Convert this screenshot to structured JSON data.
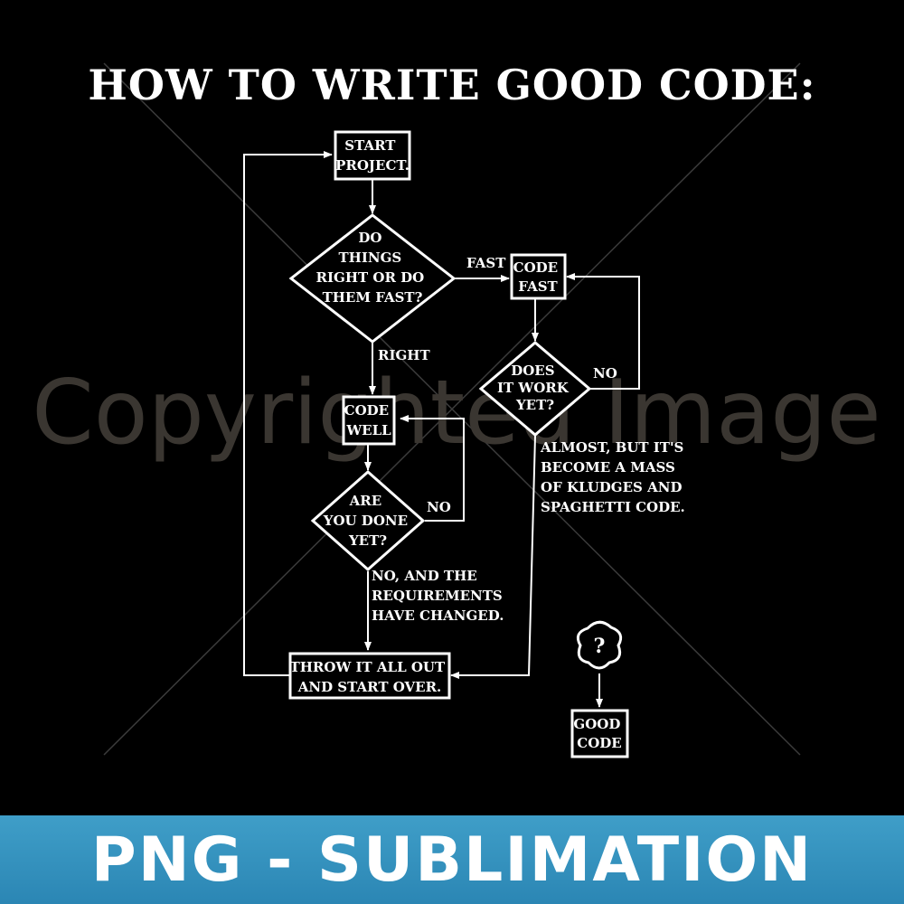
{
  "title": "HOW TO WRITE GOOD CODE:",
  "watermark": "Copyrighted Image",
  "banner": "PNG - SUBLIMATION",
  "nodes": {
    "start": [
      "START",
      "PROJECT."
    ],
    "decision_fast": [
      "DO",
      "THINGS",
      "RIGHT OR DO",
      "THEM FAST?"
    ],
    "code_fast": [
      "CODE",
      "FAST"
    ],
    "does_it_work": [
      "DOES",
      "IT WORK",
      "YET?"
    ],
    "code_well": [
      "CODE",
      "WELL"
    ],
    "are_you_done": [
      "ARE",
      "YOU DONE",
      "YET?"
    ],
    "throw_out": [
      "THROW IT ALL OUT",
      "AND START OVER."
    ],
    "mystery": "?",
    "good_code": [
      "GOOD",
      "CODE"
    ]
  },
  "edge_labels": {
    "fast": "FAST",
    "right": "RIGHT",
    "no_work": "NO",
    "no_done": "NO",
    "almost": [
      "ALMOST, BUT IT'S",
      "BECOME A MASS",
      "OF KLUDGES AND",
      "SPAGHETTI CODE."
    ],
    "requirements": [
      "NO, AND THE",
      "REQUIREMENTS",
      "HAVE CHANGED."
    ]
  },
  "colors": {
    "background": "#000000",
    "foreground": "#ffffff",
    "banner": "#3592c0"
  }
}
